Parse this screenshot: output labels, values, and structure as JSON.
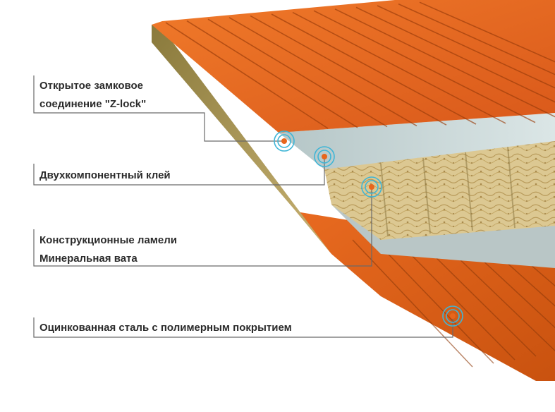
{
  "labels": {
    "z_lock_line1": "Открытое замковое",
    "z_lock_line2": "соединение \"Z-lock\"",
    "glue": "Двухкомпонентный клей",
    "lamellae_line1": "Конструкционные ламели",
    "lamellae_line2": "Минеральная вата",
    "steel": "Оцинкованная сталь с полимерным покрытием"
  },
  "colors": {
    "steel_orange": "#e8661c",
    "steel_orange_dark": "#c24f10",
    "glue_layer": "#c9d6d6",
    "wool": "#d9c48f",
    "wool_dark": "#b89a5a",
    "marker": "#3fb5d6",
    "marker_center": "#e8661c"
  },
  "icons": {
    "marker": "target-ring-icon"
  }
}
